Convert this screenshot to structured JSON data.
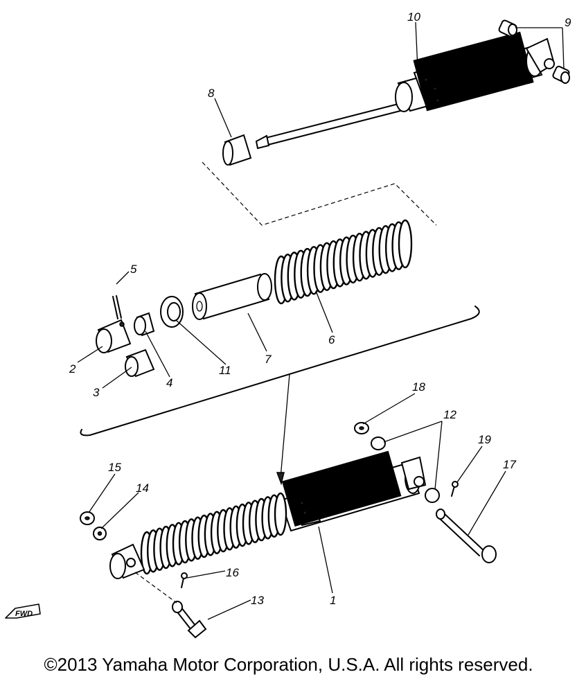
{
  "callouts": {
    "c1": "1",
    "c2": "2",
    "c3": "3",
    "c4": "4",
    "c5": "5",
    "c6": "6",
    "c7": "7",
    "c8": "8",
    "c9": "9",
    "c10": "10",
    "c11": "11",
    "c12": "12",
    "c13": "13",
    "c14": "14",
    "c15": "15",
    "c16": "16",
    "c17": "17",
    "c18": "18",
    "c19": "19"
  },
  "fwd_label": "FWD",
  "copyright": "©2013 Yamaha Motor Corporation, U.S.A. All rights reserved."
}
